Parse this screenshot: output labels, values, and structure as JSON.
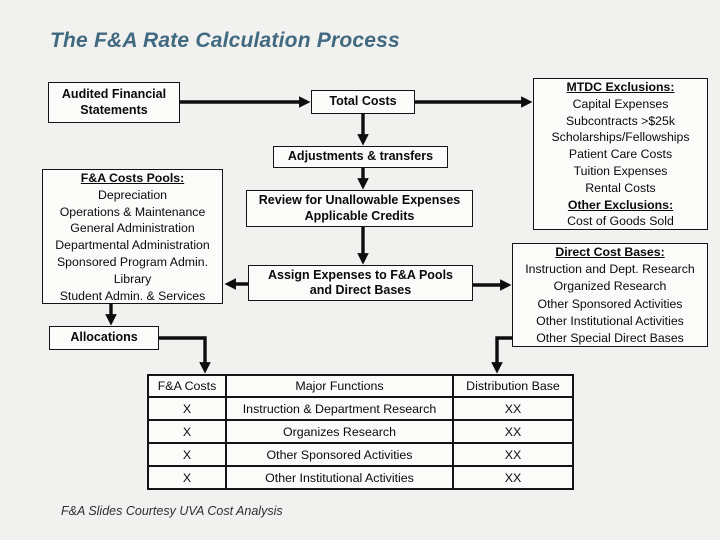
{
  "slide": {
    "title": "The F&A Rate Calculation Process",
    "footer": "F&A Slides Courtesy UVA Cost Analysis"
  },
  "colors": {
    "background": "#f1f1ef",
    "title_text": "#416a80",
    "box_fill": "#fbfbfa",
    "line": "#141414"
  },
  "boxes": {
    "audited": {
      "line1": "Audited Financial",
      "line2": "Statements"
    },
    "total_costs": {
      "label": "Total Costs"
    },
    "adjustments": {
      "label": "Adjustments & transfers"
    },
    "review": {
      "line1": "Review for Unallowable Expenses",
      "line2": "Applicable Credits"
    },
    "assign": {
      "line1": "Assign Expenses to F&A Pools",
      "line2": "and Direct Bases"
    },
    "allocations": {
      "label": "Allocations"
    },
    "fa_pools": {
      "heading": "F&A Costs Pools:",
      "items": [
        "Depreciation",
        "Operations & Maintenance",
        "General Administration",
        "Departmental Administration",
        "Sponsored Program Admin.",
        "Library",
        "Student Admin. & Services"
      ]
    },
    "mtdc": {
      "heading": "MTDC Exclusions:",
      "items": [
        "Capital Expenses",
        "Subcontracts >$25k",
        "Scholarships/Fellowships",
        "Patient Care Costs",
        "Tuition Expenses",
        "Rental Costs"
      ],
      "subheading": "Other Exclusions:",
      "subitems": [
        "Cost of Goods Sold"
      ]
    },
    "direct_bases": {
      "heading": "Direct Cost Bases:",
      "items": [
        "Instruction and Dept. Research",
        "Organized Research",
        "Other Sponsored Activities",
        "Other Institutional Activities",
        "Other Special Direct Bases"
      ]
    }
  },
  "table": {
    "headers": [
      "F&A Costs",
      "Major Functions",
      "Distribution Base"
    ],
    "rows": [
      [
        "X",
        "Instruction & Department Research",
        "XX"
      ],
      [
        "X",
        "Organizes Research",
        "XX"
      ],
      [
        "X",
        "Other Sponsored Activities",
        "XX"
      ],
      [
        "X",
        "Other Institutional Activities",
        "XX"
      ]
    ]
  }
}
